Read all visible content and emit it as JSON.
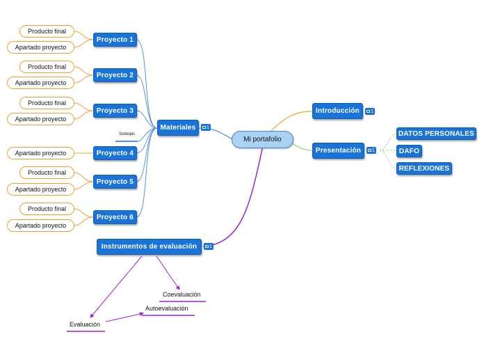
{
  "central": "Mi portafolio",
  "branches": {
    "introduccion": {
      "label": "Introducción",
      "count": "1"
    },
    "presentacion": {
      "label": "Presentación",
      "count": "1",
      "children": [
        "DATOS PERSONALES",
        "DAFO",
        "REFLEXIONES"
      ]
    },
    "materiales": {
      "label": "Materiales",
      "count": "1",
      "subtopic": "Subtopic"
    },
    "instrumentos": {
      "label": "Instrumentos de evaluación",
      "count": "1",
      "children": {
        "coevaluacion": "Coevaluación",
        "autoevaluacion": "Autoevaluación",
        "evaluacion": "Evaluación"
      }
    }
  },
  "projects": [
    {
      "label": "Proyecto 1",
      "leaves": [
        "Producto final",
        "Apartado proyecto"
      ]
    },
    {
      "label": "Proyecto 2",
      "leaves": [
        "Producto final",
        "Apartado proyecto"
      ]
    },
    {
      "label": "Proyecto 3",
      "leaves": [
        "Producto final",
        "Apartado proyecto"
      ]
    },
    {
      "label": "Proyecto 4",
      "leaves": [
        "Apartado proyecto"
      ]
    },
    {
      "label": "Proyecto 5",
      "leaves": [
        "Producto final",
        "Apartado proyecto"
      ]
    },
    {
      "label": "Proyecto 6",
      "leaves": [
        "Producto final",
        "Apartado proyecto"
      ]
    }
  ],
  "colors": {
    "node": "#1a73d6",
    "central": "#a9d2f5",
    "leaf_border": "#f0a030",
    "line_materiales": "#5b8fd9",
    "line_intro": "#f0a030",
    "line_presentacion": "#8ed15a",
    "line_instrumentos": "#9b22d8"
  }
}
